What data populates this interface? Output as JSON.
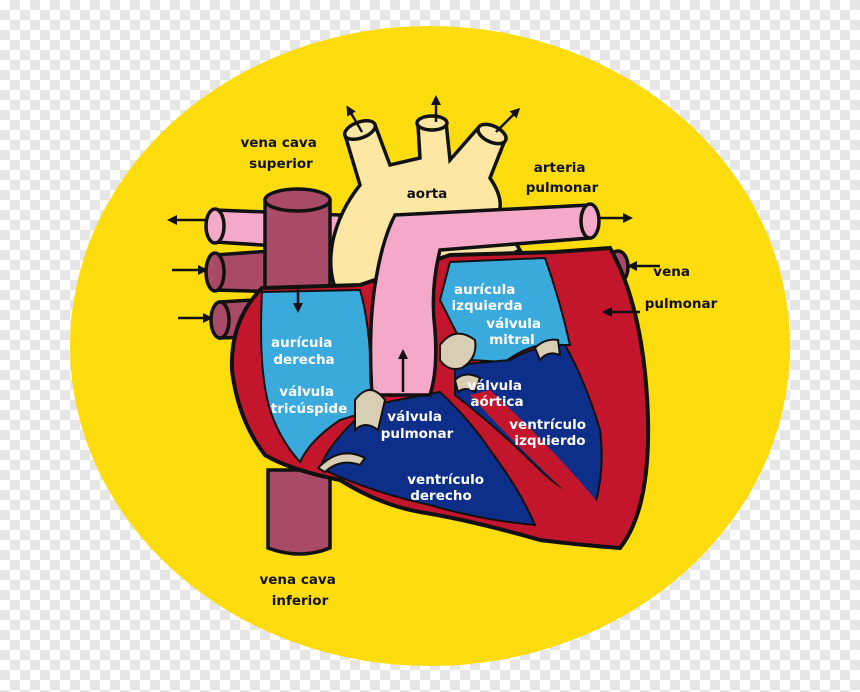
{
  "colors": {
    "background": "#fddc0e",
    "vena_cava": "#a94a68",
    "aorta": "#fde7a3",
    "pulmonary_artery": "#f5a9c9",
    "atria": "#3aa9dc",
    "ventricles": "#0d2f8a",
    "muscle": "#c3162c",
    "valves": "#d8ceb4",
    "outline": "#111111"
  },
  "labels": {
    "vena_cava_superior": [
      "vena cava",
      "superior"
    ],
    "aorta": "aorta",
    "arteria_pulmonar": [
      "arteria",
      "pulmonar"
    ],
    "vena_pulmonar": [
      "vena",
      "pulmonar"
    ],
    "auricula_derecha": [
      "aurícula",
      "derecha"
    ],
    "valvula_tricuspide": [
      "válvula",
      "tricúspide"
    ],
    "auricula_izquierda": [
      "aurícula",
      "izquierda"
    ],
    "valvula_mitral": [
      "válvula",
      "mitral"
    ],
    "valvula_aortica": [
      "válvula",
      "aórtica"
    ],
    "valvula_pulmonar": [
      "válvula",
      "pulmonar"
    ],
    "ventriculo_izquierdo": [
      "ventrículo",
      "izquierdo"
    ],
    "ventriculo_derecho": [
      "ventrículo",
      "derecho"
    ],
    "vena_cava_inferior": [
      "vena cava",
      "inferior"
    ]
  }
}
